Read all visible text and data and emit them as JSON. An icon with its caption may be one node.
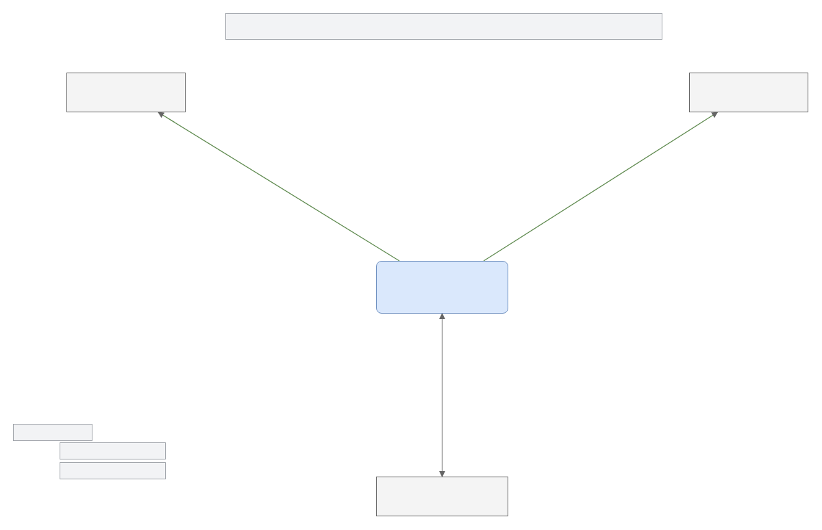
{
  "diagram": {
    "nodes": [
      {
        "text": [],
        "shape": "box"
      },
      {
        "text": [],
        "shape": "box"
      },
      {
        "text": [],
        "shape": "box"
      },
      {
        "text": [],
        "shape": "box"
      },
      {
        "text": [],
        "shape": "box"
      },
      {
        "text": [],
        "shape": "box"
      },
      {
        "text": [],
        "shape": "box"
      },
      {
        "text": [],
        "shape": "box"
      }
    ],
    "edges": [
      {
        "from": 3,
        "to": 1,
        "arrow": "to"
      },
      {
        "from": 3,
        "to": 2,
        "arrow": "to"
      },
      {
        "from": 3,
        "to": 7,
        "arrow": "both",
        "color": "#888888"
      }
    ]
  }
}
